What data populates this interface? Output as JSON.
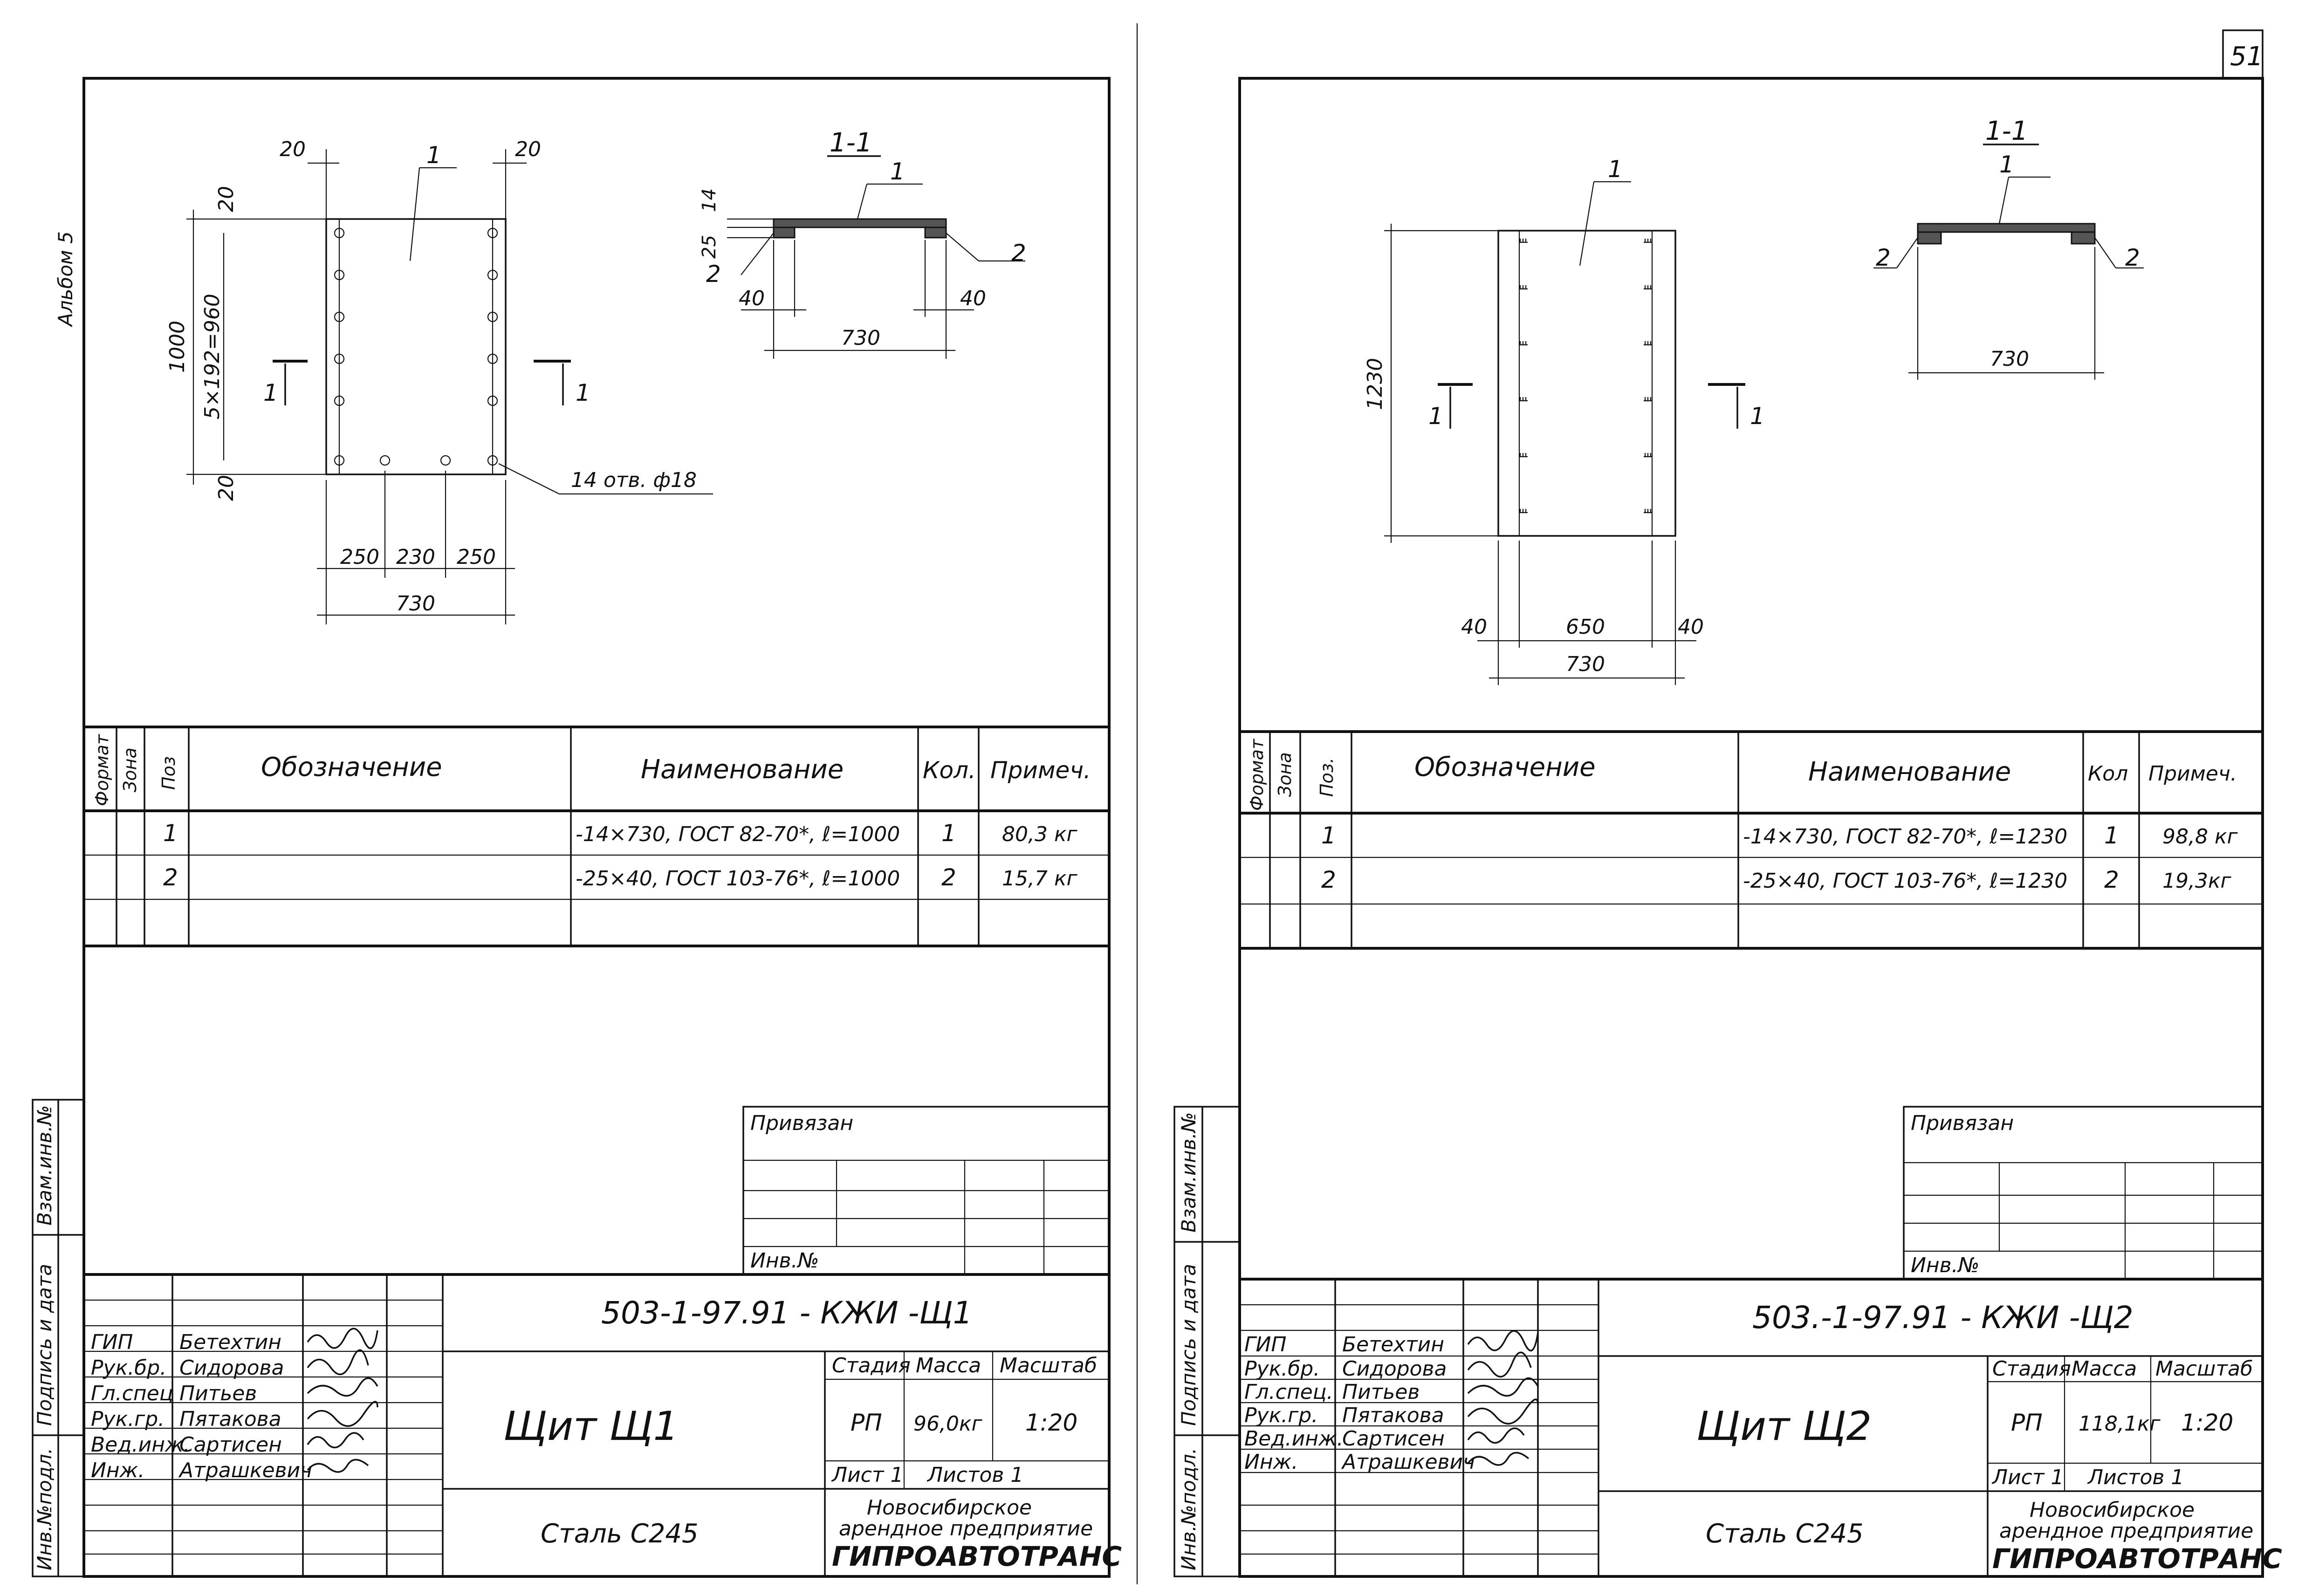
{
  "page_number": "51",
  "album_label": "Альбом 5",
  "left": {
    "section_label": "1-1",
    "section_mark": "1",
    "dims": {
      "top_left_20": "20",
      "top_right_20": "20",
      "side_20_top": "20",
      "side_20_bot": "20",
      "height_1000": "1000",
      "pitch": "5×192=960",
      "holes_note": "14 отв. ф18",
      "w250a": "250",
      "w230": "230",
      "w250b": "250",
      "w730": "730",
      "sec_14": "14",
      "sec_25": "25",
      "sec_40a": "40",
      "sec_40b": "40",
      "sec_730": "730"
    },
    "leaders": {
      "plate": "1",
      "sec_plate": "1",
      "sec_strip_l": "2",
      "sec_strip_r": "2"
    },
    "spec_headers": {
      "format": "Формат",
      "zone": "Зона",
      "pos": "Поз",
      "designation": "Обозначение",
      "name": "Наименование",
      "qty": "Кол.",
      "note": "Примеч."
    },
    "spec_rows": [
      {
        "pos": "1",
        "name": "-14×730, ГОСТ 82-70*, ℓ=1000",
        "qty": "1",
        "note": "80,3 кг"
      },
      {
        "pos": "2",
        "name": "-25×40, ГОСТ 103-76*, ℓ=1000",
        "qty": "2",
        "note": "15,7 кг"
      }
    ],
    "stamp": {
      "attached": "Привязан",
      "inv_no": "Инв.№",
      "code": "503-1-97.91 - КЖИ -Щ1",
      "roles": [
        "ГИП",
        "Рук.бр.",
        "Гл.спец",
        "Рук.гр.",
        "Вед.инж.",
        "Инж."
      ],
      "names": [
        "Бетехтин",
        "Сидорова",
        "Питьев",
        "Пятакова",
        "Сартисен",
        "Атрашкевич"
      ],
      "title": "Щит Щ1",
      "material": "Сталь С245",
      "stage_h": "Стадия",
      "mass_h": "Масса",
      "scale_h": "Масштаб",
      "stage": "РП",
      "mass": "96,0кг",
      "scale": "1:20",
      "sheet": "Лист 1",
      "sheets": "Листов 1",
      "org1": "Новосибирское",
      "org2": "арендное предприятие",
      "org3": "ГИПРОАВТОТРАНС"
    },
    "side_labels": {
      "vz": "Взам.инв.№",
      "sign": "Подпись и дата",
      "inv": "Инв.№подл."
    }
  },
  "right": {
    "section_label": "1-1",
    "section_mark": "1",
    "dims": {
      "h1230": "1230",
      "w40a": "40",
      "w650": "650",
      "w40b": "40",
      "w730": "730",
      "sec_730": "730"
    },
    "leaders": {
      "plate": "1",
      "sec_plate": "1",
      "sec_strip_l": "2",
      "sec_strip_r": "2"
    },
    "spec_headers": {
      "format": "Формат",
      "zone": "Зона",
      "pos": "Поз.",
      "designation": "Обозначение",
      "name": "Наименование",
      "qty": "Кол",
      "note": "Примеч."
    },
    "spec_rows": [
      {
        "pos": "1",
        "name": "-14×730, ГОСТ 82-70*, ℓ=1230",
        "qty": "1",
        "note": "98,8 кг"
      },
      {
        "pos": "2",
        "name": "-25×40, ГОСТ 103-76*, ℓ=1230",
        "qty": "2",
        "note": "19,3кг"
      }
    ],
    "stamp": {
      "attached": "Привязан",
      "inv_no": "Инв.№",
      "code": "503.-1-97.91 - КЖИ -Щ2",
      "roles": [
        "ГИП",
        "Рук.бр.",
        "Гл.спец.",
        "Рук.гр.",
        "Вед.инж.",
        "Инж."
      ],
      "names": [
        "Бетехтин",
        "Сидорова",
        "Питьев",
        "Пятакова",
        "Сартисен",
        "Атрашкевич"
      ],
      "title": "Щит Щ2",
      "material": "Сталь С245",
      "stage_h": "Стадия",
      "mass_h": "Масса",
      "scale_h": "Масштаб",
      "stage": "РП",
      "mass": "118,1кг",
      "scale": "1:20",
      "sheet": "Лист 1",
      "sheets": "Листов 1",
      "org1": "Новосибирское",
      "org2": "арендное предприятие",
      "org3": "ГИПРОАВТОТРАНС"
    },
    "side_labels": {
      "vz": "Взам.инв.№",
      "sign": "Подпись и дата",
      "inv": "Инв.№подл."
    }
  }
}
